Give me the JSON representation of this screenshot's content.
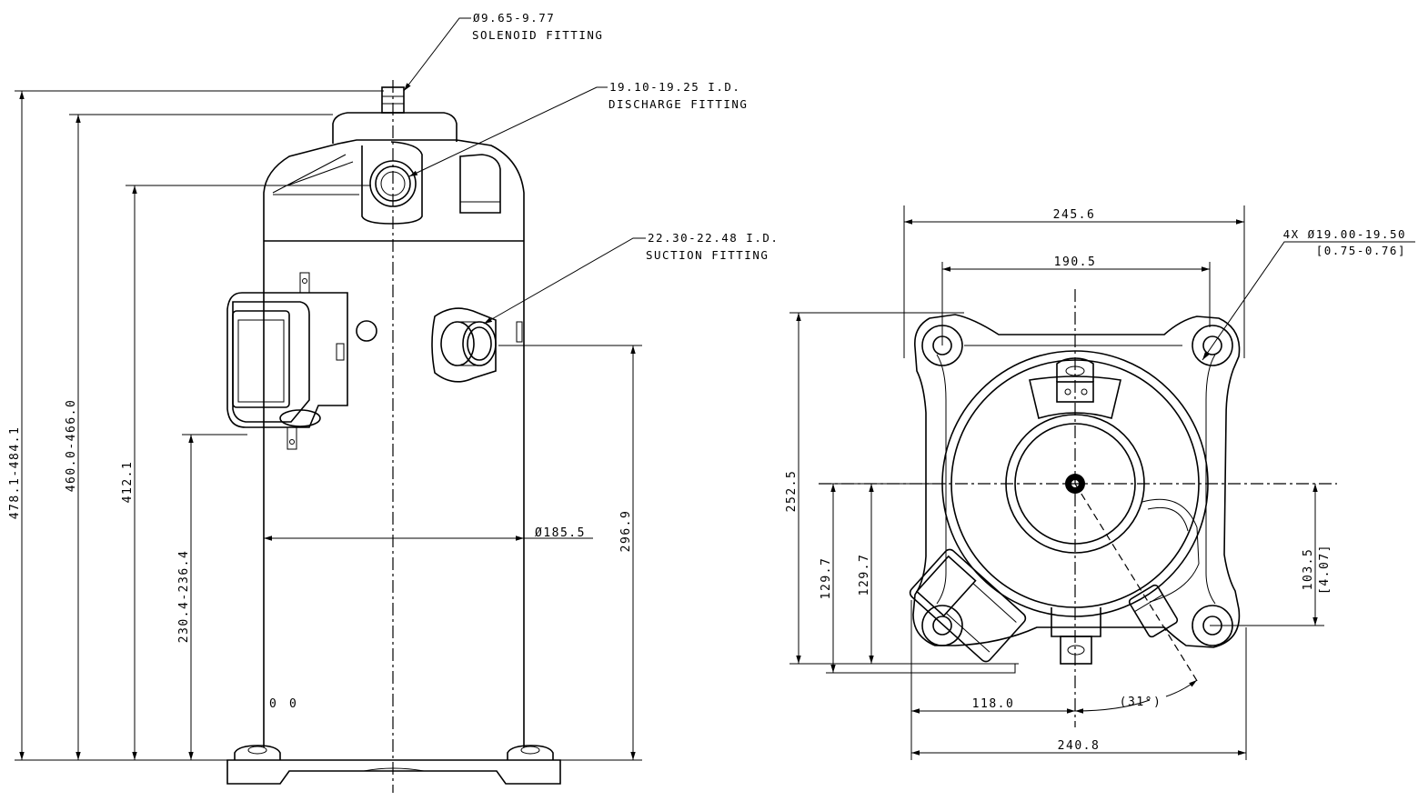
{
  "side_view": {
    "solenoid": {
      "size": "Ø9.65-9.77",
      "name": "SOLENOID FITTING"
    },
    "discharge": {
      "size": "19.10-19.25 I.D.",
      "name": "DISCHARGE FITTING"
    },
    "suction": {
      "size": "22.30-22.48 I.D.",
      "name": "SUCTION FITTING"
    },
    "dim_overall": "478.1-484.1",
    "dim_dome": "460.0-466.0",
    "dim_discharge": "412.1",
    "dim_box": "230.4-236.4",
    "dim_suction": "296.9",
    "dim_diameter": "Ø185.5"
  },
  "top_view": {
    "dim_width_overall": "245.6",
    "dim_hole_spacing_x": "190.5",
    "mount_holes": "4X Ø19.00-19.50",
    "mount_holes_inch": "[0.75-0.76]",
    "dim_depth": "252.5",
    "dim_center_y1": "129.7",
    "dim_center_y2": "129.7",
    "dim_hole_spacing_y": "103.5",
    "dim_hole_spacing_y_inch": "[4.07]",
    "dim_center_x": "118.0",
    "angle": "(31°)",
    "dim_width_bottom": "240.8"
  }
}
